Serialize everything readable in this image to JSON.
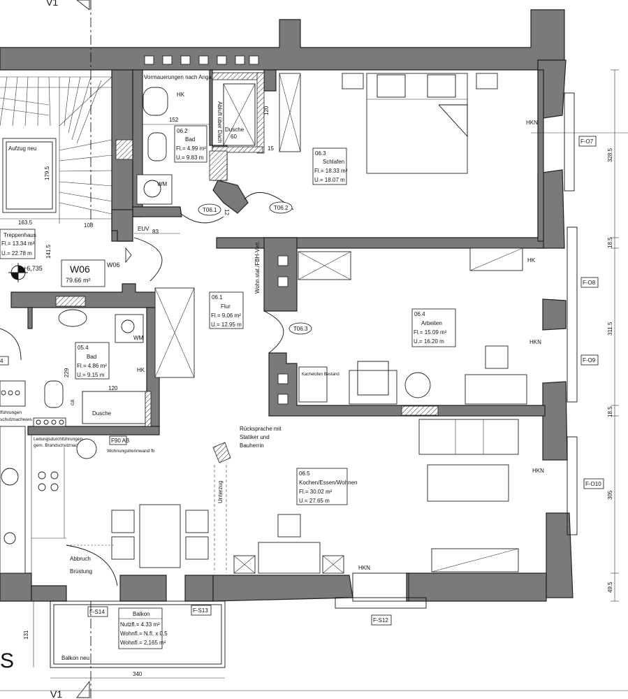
{
  "section_markers": {
    "top": "V1",
    "bottom": "V1"
  },
  "unit": {
    "id": "W06",
    "area": "79.66 m²",
    "door_label": "W06",
    "level": "+6,735"
  },
  "rooms": {
    "bad1": {
      "no": "06.2",
      "name": "Bad",
      "fl": "Fl.= 4.99 m²",
      "u": "U.= 9.83 m"
    },
    "schlafen": {
      "no": "06.3",
      "name": "Schlafen",
      "fl": "Fl.= 18.33 m²",
      "u": "U.= 18.07 m"
    },
    "flur": {
      "no": "06.1",
      "name": "Flur",
      "fl": "Fl.= 9.06 m²",
      "u": "U.= 12.95 m"
    },
    "arbeiten": {
      "no": "06.4",
      "name": "Arbeiten",
      "fl": "Fl.= 15.09 m²",
      "u": "U.= 16.20 m"
    },
    "bad2": {
      "no": "05.4",
      "name": "Bad",
      "fl": "Fl.= 4.86 m²",
      "u": "U.= 9.15 m"
    },
    "kochen": {
      "no": "06.5",
      "name": "Kochen/Essen/Wohnen",
      "fl": "Fl.= 30.02 m²",
      "u": "U.= 27.65 m"
    },
    "treppenhaus": {
      "name": "Treppenhaus",
      "fl": "Fl.= 13.34 m²",
      "u": "U.= 22.78 m"
    },
    "balkon": {
      "name": "Balkon",
      "nutzfl": "Nutzfl.= 4.33 m²",
      "wohnfl": "Wohnfl.= N.fl. x 0,5",
      "wohnfl2": "Wohnfl.= 2,165 m²"
    }
  },
  "doors": [
    "T06.1",
    "T06.2",
    "T06.3"
  ],
  "windows": [
    "F-O7",
    "F-O8",
    "F-O9",
    "F-O10",
    "F-S12",
    "F-S13",
    "F-S14"
  ],
  "annotations": {
    "vormauerung": "Vormauerungen nach Angabe Bauleitung",
    "hk": "HK",
    "hkn": "HKN",
    "dusche": "Dusche",
    "wm": "WM",
    "dusche_small": "60",
    "aufzug": "Aufzug neu",
    "abluft": "Abluft über Dach",
    "euv": "EUV",
    "wohn_stat": "Wohn.stat./FBH-Vert.",
    "kachelofen": "Kachelofen Bestand",
    "ruecksprache": [
      "Rücksprache mit",
      "Statiker und",
      "Bauherrin"
    ],
    "unterzug": "Unterzug",
    "f90": "F90 AB",
    "trennwand": "Wohnungstrennwand fb",
    "leitung": [
      "Leitungsdurchführungen",
      "gem. Brandschutznachweis"
    ],
    "brand2": [
      "fführungen",
      "schutznachweis"
    ],
    "abbruch": "Abbruch",
    "bruestung": "Brüstung",
    "balkon_neu": "Balkon neu",
    "gb": "GB",
    "s_letter": "S"
  },
  "dimensions": {
    "d152": "152",
    "d83": "83",
    "d120a": "120",
    "d120b": "120",
    "d15": "15",
    "d1635": "163.5",
    "d108": "108",
    "d1795": "179.5",
    "d1415": "141.5",
    "d229": "229",
    "d3285": "328.5",
    "d185a": "18.5",
    "d3115": "311.5",
    "d185b": "18.5",
    "d305": "305",
    "d495": "49.5",
    "d131": "131",
    "d340": "340",
    "d12": "12",
    "d4": "4"
  }
}
